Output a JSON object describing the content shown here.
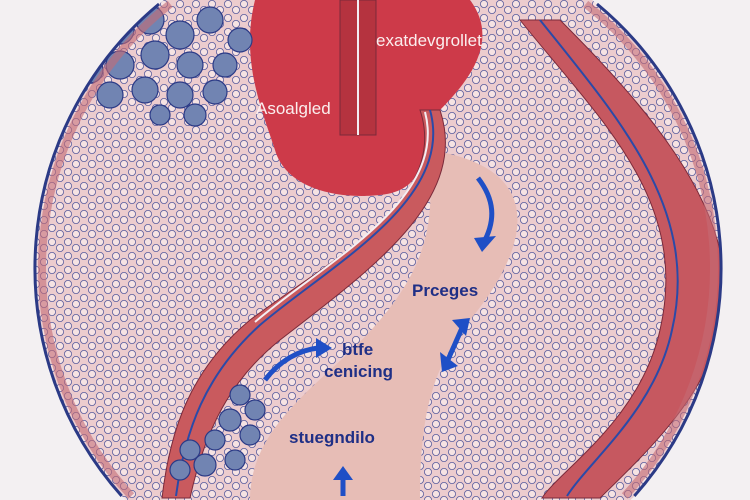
{
  "labels": {
    "top_right": "exatdevgrollet",
    "top_left": "Asoalgled",
    "process": "Prceges",
    "middle_line1": "btfe",
    "middle_line2": "cenicing",
    "bottom": "stuegndilo"
  },
  "colors": {
    "tissue": "#e9c6c8",
    "cell_outline": "#4a4f95",
    "red_region": "#cd3a49",
    "channel": "#e7bdb6",
    "arrow_blue": "#1f4fc6",
    "cluster_blue": "#7184b2",
    "outline": "#2b3a86"
  }
}
